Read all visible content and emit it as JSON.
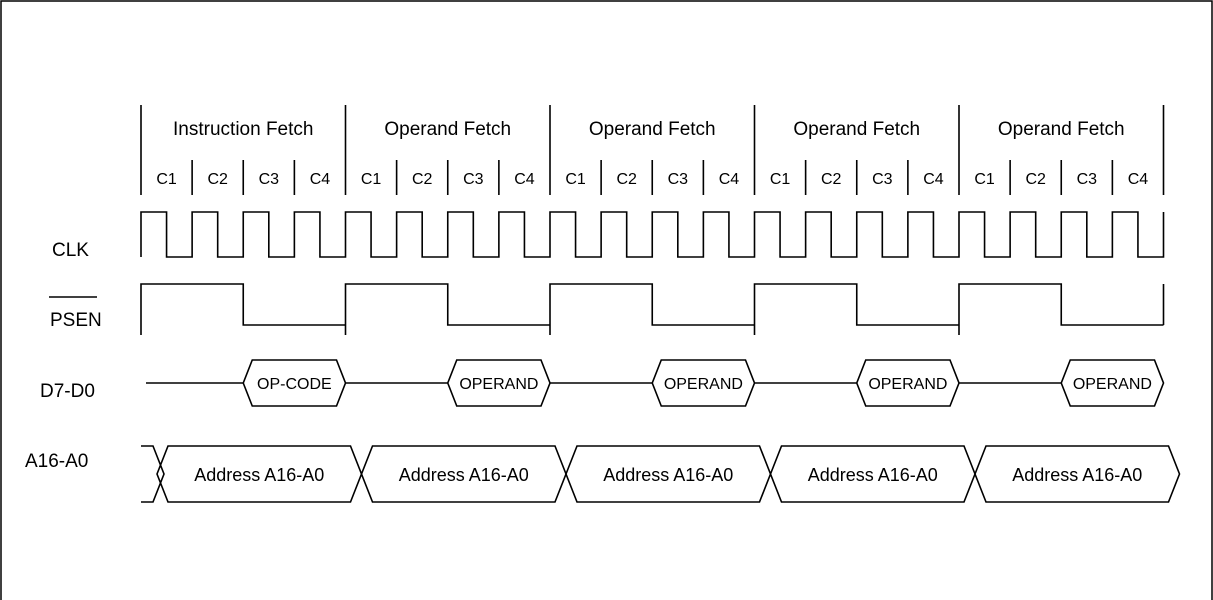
{
  "signals": {
    "clk": "CLK",
    "psen": "PSEN",
    "data": "D7-D0",
    "address": "A16-A0"
  },
  "phases": [
    {
      "label": "Instruction Fetch",
      "data": "OP-CODE",
      "address": "Address A16-A0"
    },
    {
      "label": "Operand Fetch",
      "data": "OPERAND",
      "address": "Address A16-A0"
    },
    {
      "label": "Operand Fetch",
      "data": "OPERAND",
      "address": "Address A16-A0"
    },
    {
      "label": "Operand Fetch",
      "data": "OPERAND",
      "address": "Address A16-A0"
    },
    {
      "label": "Operand Fetch",
      "data": "OPERAND",
      "address": "Address A16-A0"
    }
  ],
  "clock_labels": [
    "C1",
    "C2",
    "C3",
    "C4"
  ],
  "colors": {
    "line": "#000000",
    "background": "#ffffff"
  }
}
